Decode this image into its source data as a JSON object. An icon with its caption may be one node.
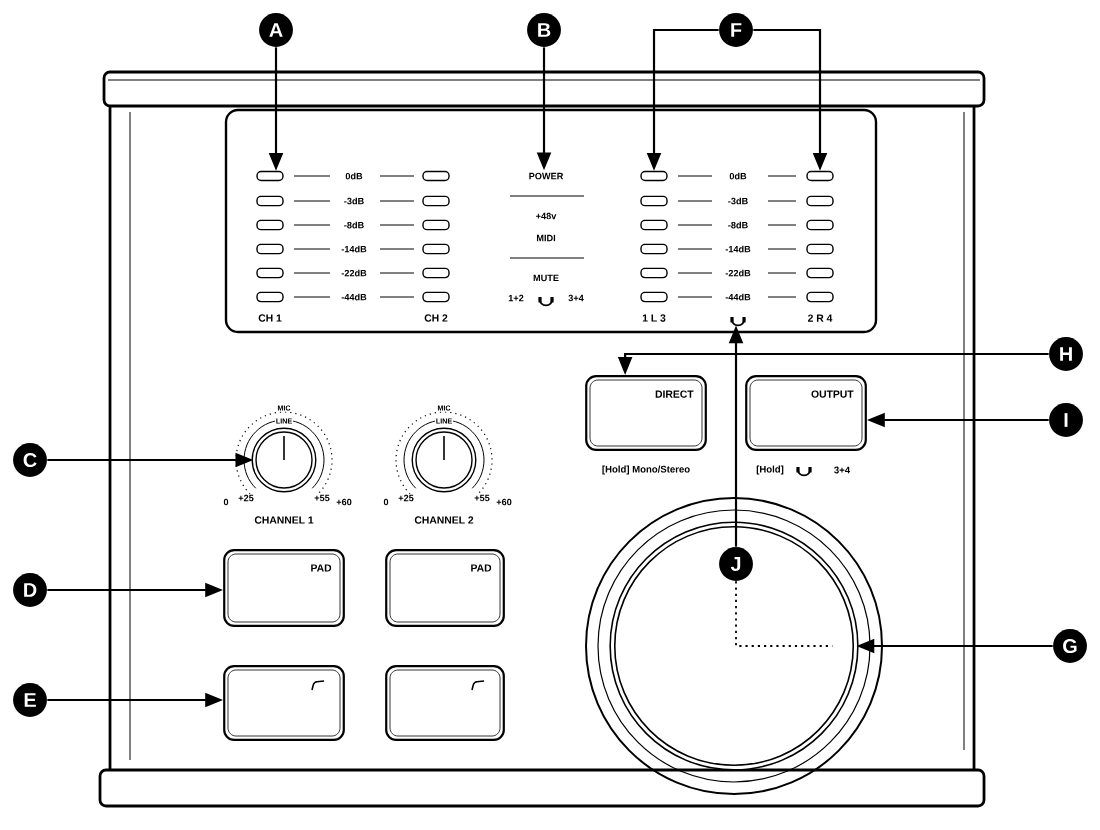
{
  "diagram": {
    "nodes": [
      {
        "text": [
          "A"
        ]
      },
      {
        "text": [
          "B"
        ]
      },
      {
        "text": [
          "F"
        ]
      },
      {
        "text": [
          "C"
        ]
      },
      {
        "text": [
          "H"
        ]
      },
      {
        "text": [
          "I"
        ]
      },
      {
        "text": [
          "D"
        ]
      },
      {
        "text": [
          "J"
        ],
        "in": 23
      },
      {
        "text": [
          "G"
        ]
      },
      {
        "text": [
          "E"
        ]
      },
      {
        "text": [],
        "shape": "box"
      },
      {
        "text": [
          "POWER"
        ]
      },
      {
        "text": [],
        "shape": "box"
      },
      {
        "text": [],
        "shape": "box"
      },
      {
        "text": [],
        "shape": "headphones"
      },
      {
        "text": [
          "DIRECT"
        ],
        "beside": [
          "[Hold] Mono/Stereo"
        ]
      },
      {
        "text": [
          "OUTPUT"
        ],
        "beside": [
          "[Hold]",
          "3+4"
        ]
      },
      {
        "text": [],
        "shape": "circle"
      },
      {
        "text": [],
        "shape": "circle"
      },
      {
        "text": [
          "PAD"
        ]
      },
      {
        "text": [
          "PAD"
        ]
      },
      {
        "text": [],
        "shape": "box"
      },
      {
        "text": [],
        "shape": "box"
      },
      {
        "text": [],
        "shape": "circle"
      }
    ],
    "edges": [
      {
        "from": 0,
        "to": 10,
        "arrow": "to"
      },
      {
        "from": 1,
        "to": 11,
        "arrow": "to"
      },
      {
        "from": 2,
        "to": 12,
        "arrow": "to"
      },
      {
        "from": 2,
        "to": 13,
        "arrow": "to"
      },
      {
        "from": 3,
        "to": 17,
        "arrow": "to"
      },
      {
        "from": 4,
        "to": 15,
        "arrow": "to"
      },
      {
        "from": 5,
        "to": 16,
        "arrow": "to"
      },
      {
        "from": 6,
        "to": 19,
        "arrow": "to"
      },
      {
        "from": 7,
        "to": 14,
        "arrow": "to"
      },
      {
        "from": 7,
        "to": 23,
        "arrow": "none",
        "style": "dashed"
      },
      {
        "from": 8,
        "to": 23,
        "arrow": "to"
      },
      {
        "from": 9,
        "to": 21,
        "arrow": "to"
      }
    ],
    "labels": [
      "0dB",
      "-3dB",
      "-8dB",
      "-14dB",
      "-22dB",
      "-44dB",
      "+48v",
      "MIDI",
      "MUTE",
      "1+2",
      "3+4",
      "0dB",
      "-3dB",
      "-8dB",
      "-14dB",
      "-22dB",
      "-44dB",
      "CH 1",
      "CH 2",
      "1 L 3",
      "2 R 4",
      "MIC",
      "LINE",
      "0",
      "+25",
      "+55",
      "+60",
      "MIC",
      "LINE",
      "0",
      "+25",
      "+55",
      "+60",
      "CHANNEL 1",
      "CHANNEL 2"
    ]
  }
}
